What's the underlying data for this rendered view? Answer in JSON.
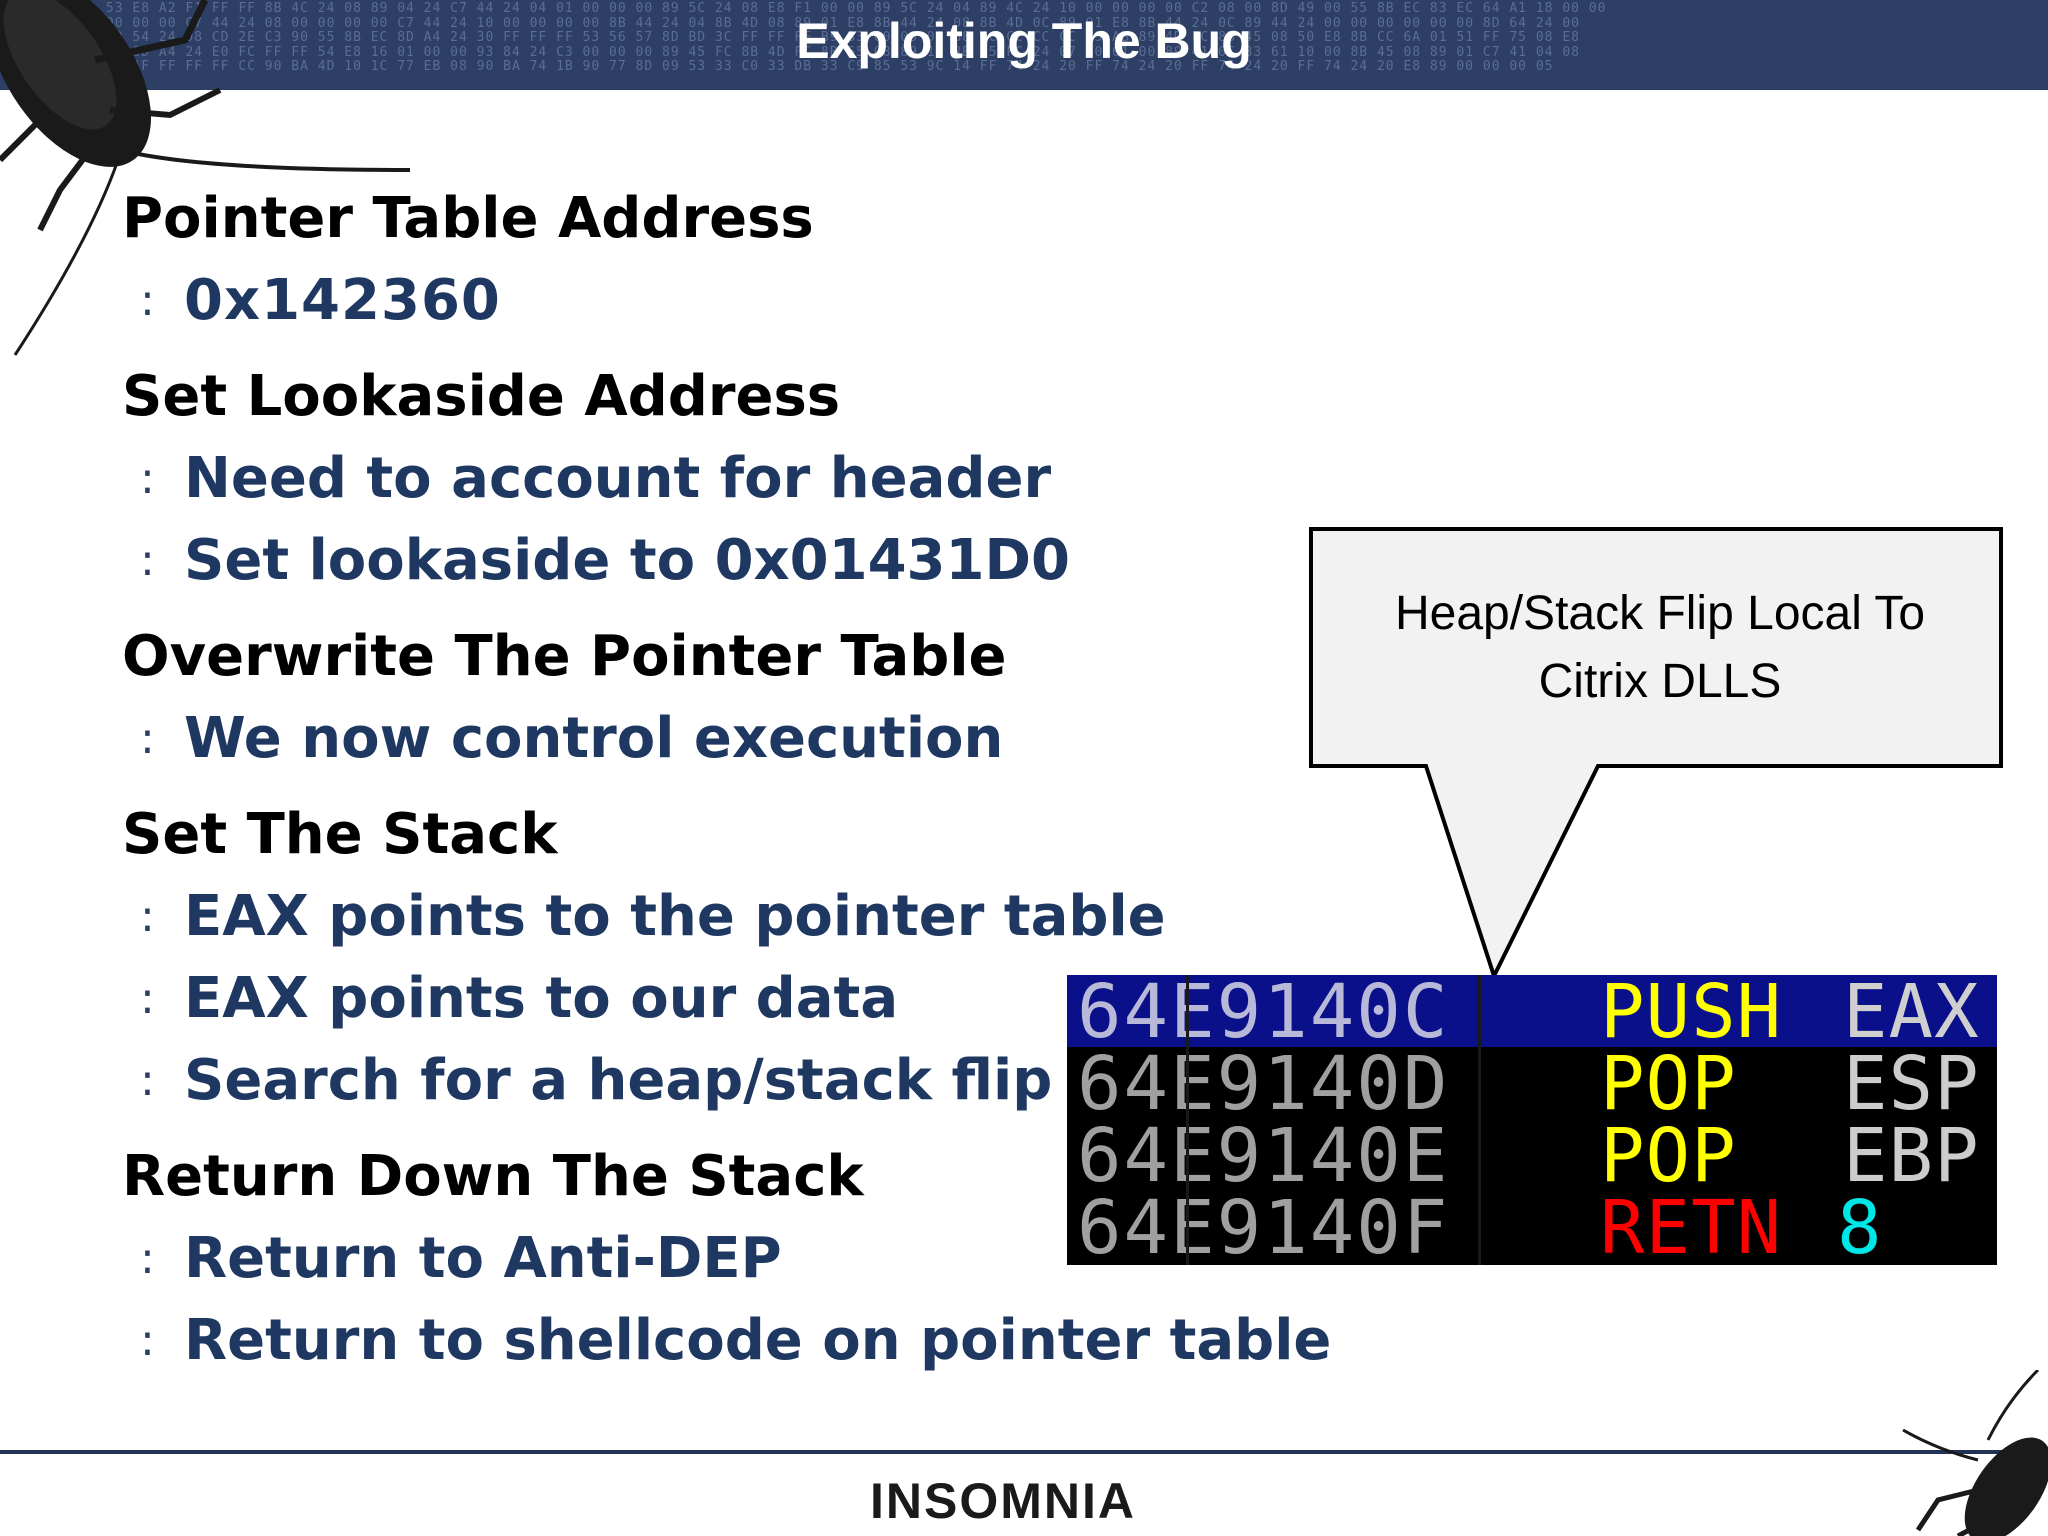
{
  "header": {
    "title": "Exploiting The Bug",
    "hex_lines": [
      "59 6A 00 51 53 E8 A2 F1 FF FF 8B 4C 24 08 89 04 24 C7 44 24 04 01 00 00 00 89 5C 24 08 E8 F1 00 00 89 5C 24 04 89 4C 24 10 00 00 00 00 C2 08 00 8D 49 00 55 8B EC 83 EC 64 A1 18 00 00",
      "44 24 04 00 00 00 00 C7 44 24 08 00 00 00 00 C7 44 24 10 00 00 00 00 8B 44 24 04 8B 4D 08 89 01 E8 8B 44 24 08 8B 4D 0C 89 01 E8 8B 44 24 0C 89 44 24 00 00 00 00 00 00 8D 64 24 00",
      "E8 64 24 00 8D 54 24 08 CD 2E C3 90 55 8B EC 8D A4 24 30 FF FF FF 53 56 57 8D BD 3C FF FF FF B9 33 00 00 00 B8 CC CC CC CC F3 AB 89 4D FC 8B 45 08 50 E8 8B CC 6A 01 51 FF 75 08 E8",
      "01 00 55 8B EC 8D A4 24 E0 FC FF FF 54 E8 16 01 00 00 93 84 24 C3 00 00 00 89 45 FC 8B 4D FC 8B 55 08 89 11 8B 45 FC 24 07 00 01 00 89 41 0C 83 61 10 00 8B 45 08 89 01 C7 41 04 08",
      "E0 FF FF 50 E8 AF FF FF FF CC 90 BA 4D 10 1C 77 EB 08 90 BA 74 1B 90 77 8D 09 53 33 C0 33 DB 33 C9 85 53 9C 14 FF 74 24 20 FF 74 24 20 FF 74 24 20 FF 74 24 20 E8 89 00 00 00 05"
    ]
  },
  "sections": [
    {
      "heading": "Pointer Table Address",
      "items": [
        "0x142360"
      ]
    },
    {
      "heading": "Set Lookaside Address",
      "items": [
        "Need to account for header",
        "Set lookaside to 0x01431D0"
      ]
    },
    {
      "heading": "Overwrite The Pointer Table",
      "items": [
        "We now control execution"
      ]
    },
    {
      "heading": "Set The Stack",
      "items": [
        "EAX points to the pointer table",
        "EAX points to our data",
        "Search for a heap/stack flip"
      ]
    },
    {
      "heading": "Return Down The Stack",
      "items": [
        "Return to Anti-DEP",
        "Return to shellcode on pointer table"
      ]
    }
  ],
  "bullet_glyph": ":",
  "callout": {
    "line1": "Heap/Stack Flip Local To",
    "line2": "Citrix DLLS"
  },
  "disassembly": [
    {
      "address": "64E9140C",
      "mnemonic": "PUSH",
      "operand": "EAX",
      "selected": true
    },
    {
      "address": "64E9140D",
      "mnemonic": "POP",
      "operand": "ESP",
      "selected": false
    },
    {
      "address": "64E9140E",
      "mnemonic": "POP",
      "operand": "EBP",
      "selected": false
    },
    {
      "address": "64E9140F",
      "mnemonic": "RETN",
      "operand": "8",
      "selected": false
    }
  ],
  "colors": {
    "header_bg": "#2d3f64",
    "heading_text": "#000000",
    "item_text": "#1f3862",
    "mnemonic_yellow": "#ffff00",
    "mnemonic_red": "#ff0000",
    "operand_cyan": "#00e5e5",
    "selection_bg": "#0a0f8a"
  },
  "footer": {
    "logo_text": "INSOMNIA"
  }
}
